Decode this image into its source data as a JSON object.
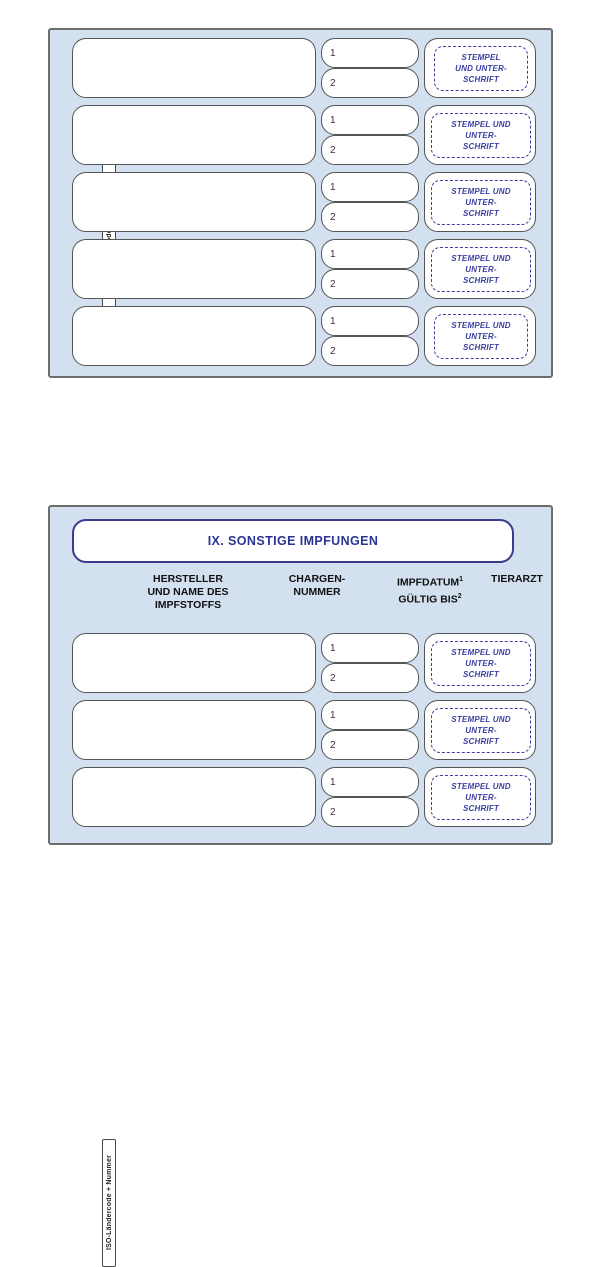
{
  "document": {
    "language": "de",
    "kind": "EU pet passport vaccination table"
  },
  "colors": {
    "panel_fill": "#d3e0ef",
    "panel_border": "#6d6d6d",
    "cell_border": "#555555",
    "title_text": "#2b3494",
    "title_border": "#3b3a8c",
    "stamp_ink": "#3b3fa0",
    "page_background": "#ffffff"
  },
  "panel_top": {
    "iso_label": "ISO-Ländercode + Nummer",
    "rows": [
      {
        "manufacturer": "",
        "numbers": [
          "1",
          "2"
        ],
        "stamp": [
          "STEMPEL",
          "UND UNTER-",
          "SCHRIFT"
        ]
      },
      {
        "manufacturer": "",
        "numbers": [
          "1",
          "2"
        ],
        "stamp": [
          "STEMPEL UND",
          "UNTER-",
          "SCHRIFT"
        ]
      },
      {
        "manufacturer": "",
        "numbers": [
          "1",
          "2"
        ],
        "stamp": [
          "STEMPEL UND",
          "UNTER-",
          "SCHRIFT"
        ]
      },
      {
        "manufacturer": "",
        "numbers": [
          "1",
          "2"
        ],
        "stamp": [
          "STEMPEL UND",
          "UNTER-",
          "SCHRIFT"
        ]
      },
      {
        "manufacturer": "",
        "numbers": [
          "1",
          "2"
        ],
        "stamp": [
          "STEMPEL UND",
          "UNTER-",
          "SCHRIFT"
        ]
      }
    ]
  },
  "panel_bottom": {
    "title": "IX. SONSTIGE IMPFUNGEN",
    "iso_label": "ISO-Ländercode + Nummer",
    "column_headers": {
      "hersteller": {
        "line1": "HERSTELLER",
        "line2": "UND NAME DES",
        "line3": "IMPFSTOFFS"
      },
      "chargen": {
        "line1": "CHARGEN-",
        "line2": "NUMMER"
      },
      "impfdatum": {
        "line1": "IMPFDATUM",
        "sup1": "1",
        "line2": "GÜLTIG BIS",
        "sup2": "2"
      },
      "tierarzt": {
        "line1": "TIERARZT"
      }
    },
    "rows": [
      {
        "manufacturer": "",
        "numbers": [
          "1",
          "2"
        ],
        "stamp": [
          "STEMPEL UND",
          "UNTER-",
          "SCHRIFT"
        ]
      },
      {
        "manufacturer": "",
        "numbers": [
          "1",
          "2"
        ],
        "stamp": [
          "STEMPEL UND",
          "UNTER-",
          "SCHRIFT"
        ]
      },
      {
        "manufacturer": "",
        "numbers": [
          "1",
          "2"
        ],
        "stamp": [
          "STEMPEL UND",
          "UNTER-",
          "SCHRIFT"
        ]
      }
    ]
  }
}
